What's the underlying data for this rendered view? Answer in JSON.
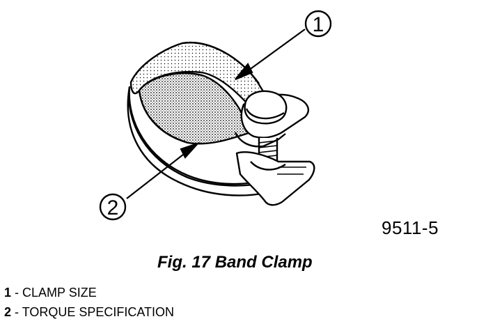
{
  "figure": {
    "id": "9511-5",
    "caption": "Fig. 17 Band Clamp"
  },
  "callouts": [
    {
      "number": "1"
    },
    {
      "number": "2"
    }
  ],
  "legend": [
    {
      "number": "1",
      "separator": " - ",
      "text": "CLAMP SIZE"
    },
    {
      "number": "2",
      "separator": " - ",
      "text": "TORQUE SPECIFICATION"
    }
  ]
}
